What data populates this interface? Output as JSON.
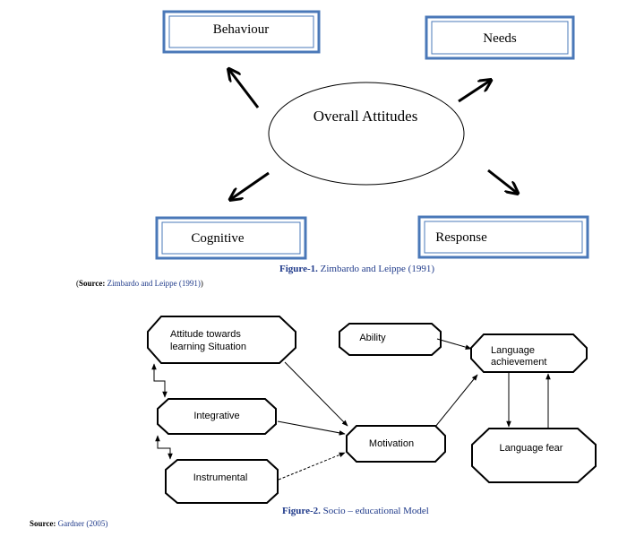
{
  "figure1": {
    "center": "Overall Attitudes",
    "boxes": {
      "behaviour": "Behaviour",
      "needs": "Needs",
      "cognitive": "Cognitive",
      "response": "Response"
    },
    "caption_label": "Figure-1.",
    "caption_text": "Zimbardo and Leippe (1991)",
    "source_label": "Source:",
    "source_text": "Zimbardo and Leippe (1991)",
    "source_open": "(",
    "source_close": ")"
  },
  "figure2": {
    "nodes": {
      "attitude_line1": "Attitude towards",
      "attitude_line2": "learning Situation",
      "integrative": "Integrative",
      "instrumental": "Instrumental",
      "ability": "Ability",
      "language_achievement_line1": "Language",
      "language_achievement_line2": "achievement",
      "motivation": "Motivation",
      "language_fear": "Language fear"
    },
    "caption_label": "Figure-2.",
    "caption_text": "Socio – educational Model",
    "source_label": "Source:",
    "source_text": "Gardner (2005)"
  },
  "colors": {
    "box_border": "#4a78b8",
    "caption_blue": "#1f3a8a",
    "line": "#000000"
  }
}
